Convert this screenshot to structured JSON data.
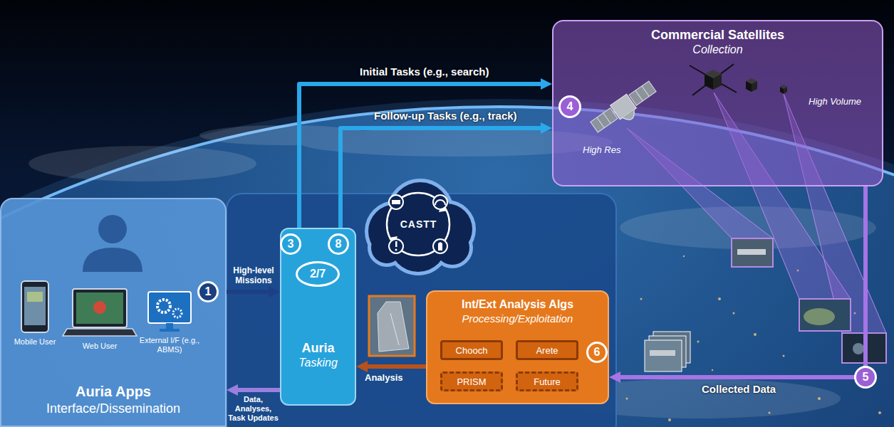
{
  "diagram": {
    "nodes": [
      {
        "text": [
          "Auria Apps",
          "Interface/Dissemination"
        ]
      },
      {
        "text": [
          "Auria",
          "Tasking"
        ]
      },
      {
        "text": [
          "CASTT"
        ]
      },
      {
        "text": [
          "Int/Ext Analysis Algs",
          "Processing/Exploitation"
        ]
      },
      {
        "text": [
          "Chooch"
        ],
        "in": 3
      },
      {
        "text": [
          "Arete"
        ],
        "in": 3
      },
      {
        "text": [
          "PRISM"
        ],
        "in": 3
      },
      {
        "text": [
          "Future"
        ],
        "in": 3
      },
      {
        "text": [
          "Commercial Satellites",
          "Collection"
        ]
      }
    ],
    "edges": [
      {
        "from": 0,
        "to": 1,
        "label": "High-level Missions",
        "arrow": "to"
      },
      {
        "from": 1,
        "to": 0,
        "label": "Data, Analyses, Task Updates",
        "arrow": "to"
      },
      {
        "from": 1,
        "to": 8,
        "label": "Initial Tasks (e.g., search)",
        "arrow": "to"
      },
      {
        "from": 1,
        "to": 8,
        "label": "Follow-up Tasks (e.g., track)",
        "arrow": "to"
      },
      {
        "from": 8,
        "to": 3,
        "label": "Collected Data",
        "arrow": "to"
      },
      {
        "from": 3,
        "to": 1,
        "label": "Analysis",
        "arrow": "to"
      }
    ],
    "labels": [
      "1",
      "3",
      "8",
      "2/7",
      "4",
      "5",
      "6",
      "Mobile User",
      "Web User",
      "External I/F (e.g., ABMS)",
      "High Res",
      "High Volume"
    ]
  }
}
